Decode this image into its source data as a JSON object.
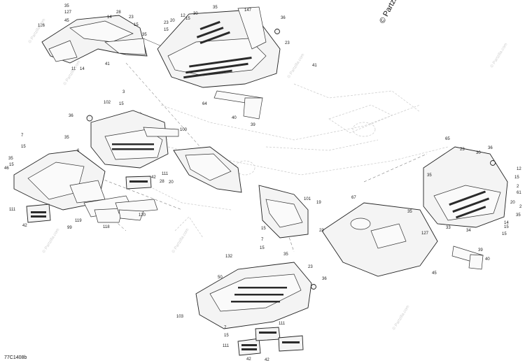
{
  "copyright": "© Partzilla.com",
  "watermark": "© Partzilla.com",
  "figure_code": "77C1408b",
  "callouts": [
    {
      "id": "c1",
      "text": "35"
    },
    {
      "id": "c2",
      "text": "127"
    },
    {
      "id": "c3",
      "text": "45"
    },
    {
      "id": "c4",
      "text": "126"
    },
    {
      "id": "c5",
      "text": "14"
    },
    {
      "id": "c6",
      "text": "28"
    },
    {
      "id": "c7",
      "text": "23"
    },
    {
      "id": "c8",
      "text": "15"
    },
    {
      "id": "c9",
      "text": "35"
    },
    {
      "id": "c10",
      "text": "41"
    },
    {
      "id": "c11",
      "text": "11"
    },
    {
      "id": "c12",
      "text": "14"
    },
    {
      "id": "c13",
      "text": "35"
    },
    {
      "id": "c14",
      "text": "147"
    },
    {
      "id": "c15",
      "text": "12"
    },
    {
      "id": "c16",
      "text": "30"
    },
    {
      "id": "c17",
      "text": "20"
    },
    {
      "id": "c18",
      "text": "15"
    },
    {
      "id": "c19",
      "text": "23"
    },
    {
      "id": "c20",
      "text": "15"
    },
    {
      "id": "c21",
      "text": "36"
    },
    {
      "id": "c22",
      "text": "23"
    },
    {
      "id": "c23",
      "text": "41"
    },
    {
      "id": "c24",
      "text": "64"
    },
    {
      "id": "c25",
      "text": "40"
    },
    {
      "id": "c26",
      "text": "39"
    },
    {
      "id": "c27",
      "text": "3"
    },
    {
      "id": "c28",
      "text": "102"
    },
    {
      "id": "c29",
      "text": "15"
    },
    {
      "id": "c30",
      "text": "36"
    },
    {
      "id": "c31",
      "text": "100"
    },
    {
      "id": "c32",
      "text": "7"
    },
    {
      "id": "c33",
      "text": "35"
    },
    {
      "id": "c34",
      "text": "15"
    },
    {
      "id": "c35",
      "text": "6"
    },
    {
      "id": "c36",
      "text": "35"
    },
    {
      "id": "c37",
      "text": "15"
    },
    {
      "id": "c38",
      "text": "46"
    },
    {
      "id": "c39",
      "text": "111"
    },
    {
      "id": "c40",
      "text": "42"
    },
    {
      "id": "c41",
      "text": "99"
    },
    {
      "id": "c42",
      "text": "119"
    },
    {
      "id": "c43",
      "text": "118"
    },
    {
      "id": "c44",
      "text": "120"
    },
    {
      "id": "c45",
      "text": "111"
    },
    {
      "id": "c46",
      "text": "42"
    },
    {
      "id": "c47",
      "text": "28"
    },
    {
      "id": "c48",
      "text": "20"
    },
    {
      "id": "c49",
      "text": "101"
    },
    {
      "id": "c50",
      "text": "19"
    },
    {
      "id": "c51",
      "text": "67"
    },
    {
      "id": "c52",
      "text": "15"
    },
    {
      "id": "c53",
      "text": "7"
    },
    {
      "id": "c54",
      "text": "15"
    },
    {
      "id": "c55",
      "text": "23"
    },
    {
      "id": "c56",
      "text": "132"
    },
    {
      "id": "c57",
      "text": "50"
    },
    {
      "id": "c58",
      "text": "35"
    },
    {
      "id": "c59",
      "text": "103"
    },
    {
      "id": "c60",
      "text": "7"
    },
    {
      "id": "c61",
      "text": "15"
    },
    {
      "id": "c62",
      "text": "111"
    },
    {
      "id": "c63",
      "text": "42"
    },
    {
      "id": "c64",
      "text": "111"
    },
    {
      "id": "c65",
      "text": "42"
    },
    {
      "id": "c66",
      "text": "36"
    },
    {
      "id": "c67",
      "text": "65"
    },
    {
      "id": "c68",
      "text": "23"
    },
    {
      "id": "c69",
      "text": "30"
    },
    {
      "id": "c70",
      "text": "36"
    },
    {
      "id": "c71",
      "text": "12"
    },
    {
      "id": "c72",
      "text": "35"
    },
    {
      "id": "c73",
      "text": "15"
    },
    {
      "id": "c74",
      "text": "2"
    },
    {
      "id": "c75",
      "text": "61"
    },
    {
      "id": "c76",
      "text": "20"
    },
    {
      "id": "c77",
      "text": "2"
    },
    {
      "id": "c78",
      "text": "35"
    },
    {
      "id": "c79",
      "text": "34"
    },
    {
      "id": "c80",
      "text": "127"
    },
    {
      "id": "c81",
      "text": "33"
    },
    {
      "id": "c82",
      "text": "15"
    },
    {
      "id": "c83",
      "text": "45"
    },
    {
      "id": "c84",
      "text": "40"
    },
    {
      "id": "c85",
      "text": "39"
    },
    {
      "id": "c86",
      "text": "35"
    },
    {
      "id": "c87",
      "text": "14"
    },
    {
      "id": "c88",
      "text": "15"
    },
    {
      "id": "c89",
      "text": "23"
    }
  ]
}
